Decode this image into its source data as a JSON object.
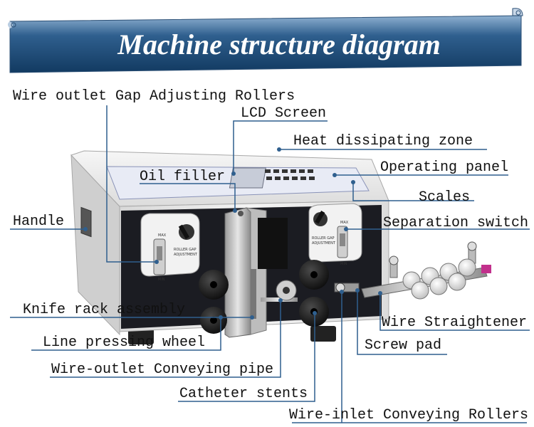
{
  "title": "Machine structure diagram",
  "labels": {
    "wire_outlet_gap_rollers": "Wire outlet Gap Adjusting Rollers",
    "lcd_screen": "LCD Screen",
    "heat_zone": "Heat dissipating zone",
    "oil_filler": "Oil filler",
    "operating_panel": "Operating panel",
    "scales": "Scales",
    "handle": "Handle",
    "separation_switch": "Separation switch",
    "knife_rack": "Knife rack assembly",
    "wire_straightener": "Wire Straightener",
    "line_pressing_wheel": "Line pressing wheel",
    "screw_pad": "Screw pad",
    "wire_outlet_pipe": "Wire-outlet Conveying pipe",
    "catheter_stents": "Catheter stents",
    "wire_inlet_rollers": "Wire-inlet Conveying Rollers"
  },
  "panel_text": {
    "roller_gap": "ROLLER GAP",
    "adjustment": "ADJUSTMENT",
    "max": "MAX",
    "min": "MIN"
  },
  "colors": {
    "banner": "#1f4d78",
    "banner_light": "#6e93b8",
    "machine_body": "#ececec",
    "front_panel": "#1b1c22",
    "leader": "#3a6a9a"
  }
}
